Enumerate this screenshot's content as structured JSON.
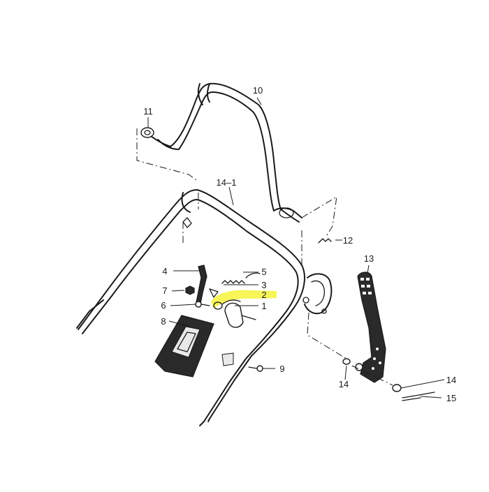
{
  "highlight_color": "#f6f33a",
  "callouts": {
    "c1": "1",
    "c2": "2",
    "c3": "3",
    "c4": "4",
    "c5": "5",
    "c6": "6",
    "c7": "7",
    "c8": "8",
    "c9": "9",
    "c10": "10",
    "c11": "11",
    "c12": "12",
    "c13": "13",
    "c14_left": "14",
    "c14_right": "14",
    "c14_1": "14–1",
    "c15": "15"
  }
}
